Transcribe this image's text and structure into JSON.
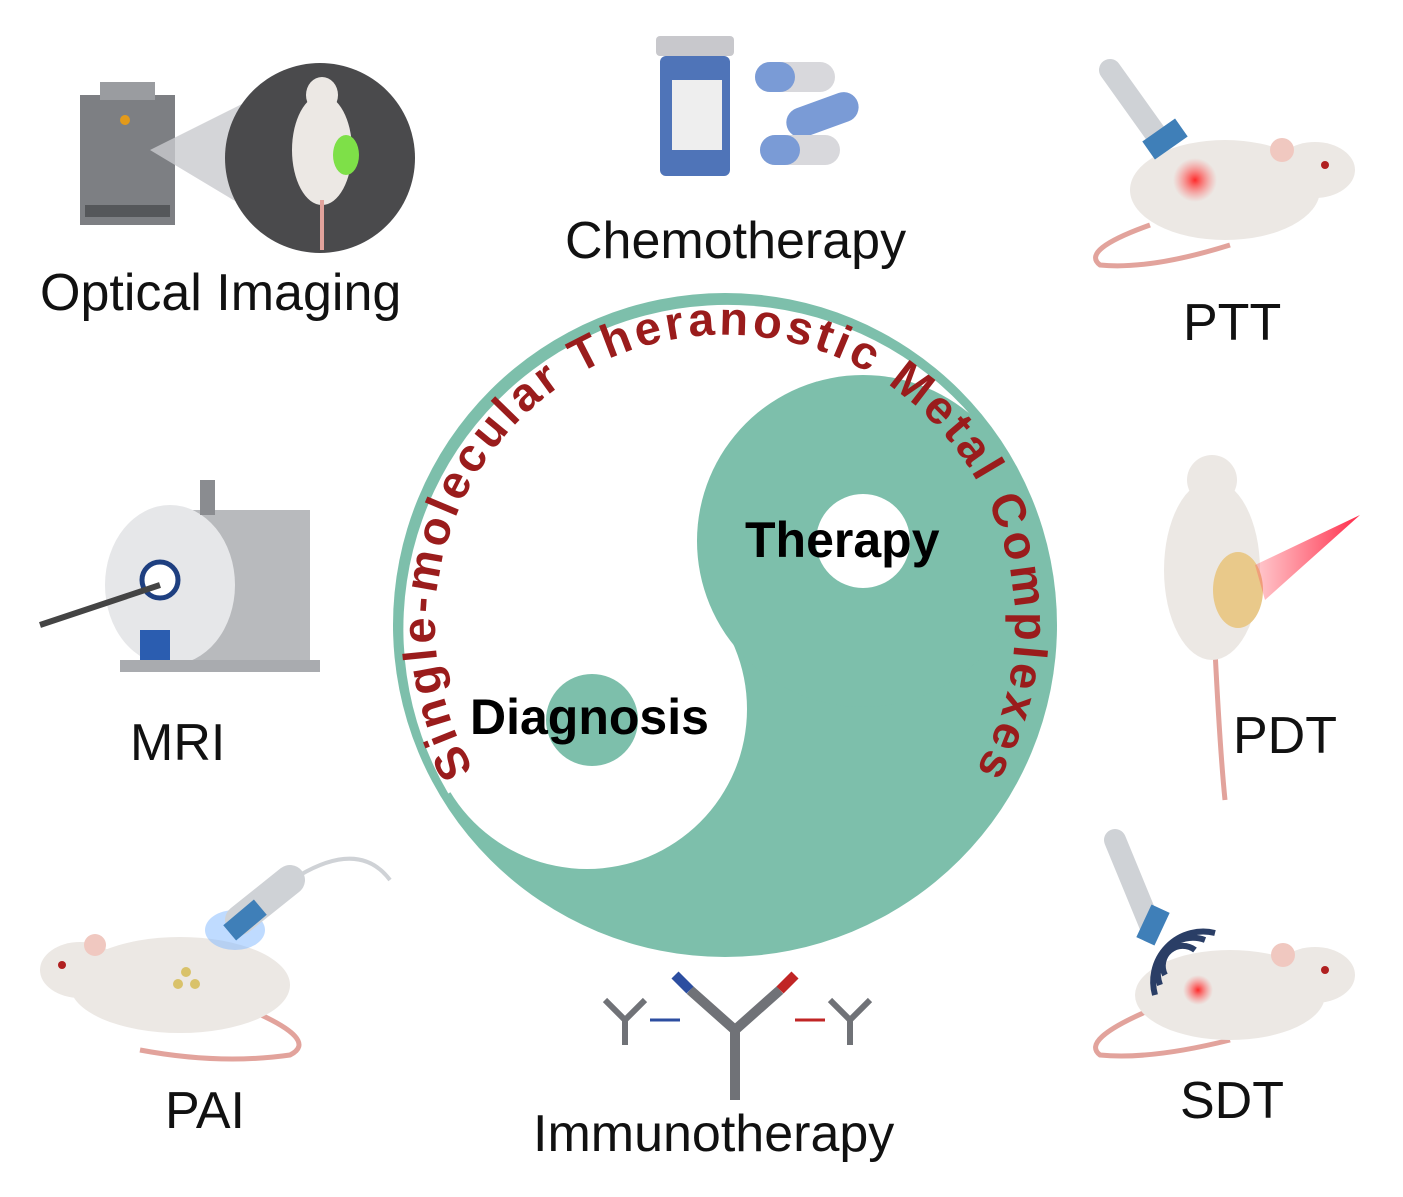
{
  "title_arc": "Single-molecular Theranostic Metal Complexes",
  "center": {
    "diagnosis": "Diagnosis",
    "therapy": "Therapy"
  },
  "modalities": {
    "optical_imaging": "Optical Imaging",
    "mri": "MRI",
    "pai": "PAI",
    "chemotherapy": "Chemotherapy",
    "immunotherapy": "Immunotherapy",
    "ptt": "PTT",
    "pdt": "PDT",
    "sdt": "SDT"
  },
  "colors": {
    "teal": "#7dbfab",
    "dark_red": "#9a1c1c",
    "text": "#111111",
    "mouse": "#ece8e4",
    "tail": "#e2a39c"
  }
}
